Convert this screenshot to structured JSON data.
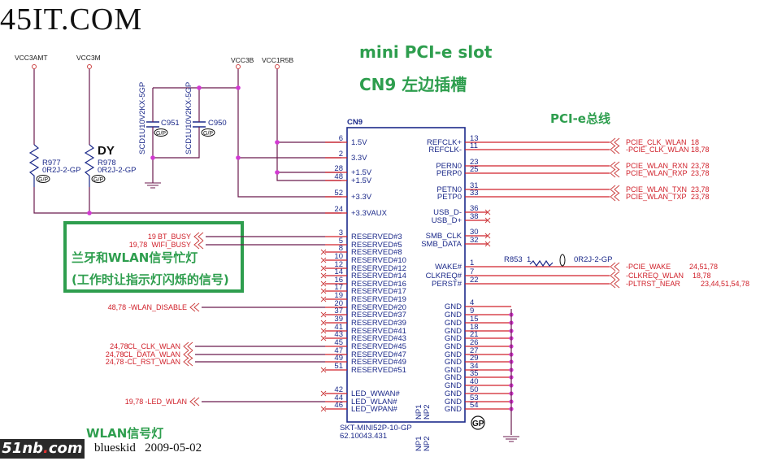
{
  "watermark": "45IT.COM",
  "titles": {
    "slot": "mini PCI-e slot",
    "cn9": "CN9 左边插槽",
    "pcie_bus": "PCI-e总线",
    "busy_note_1": "兰牙和WLAN信号忙灯",
    "busy_note_2": "(工作时让指示灯闪烁的信号)",
    "wlan_led": "WLAN信号灯"
  },
  "power_rails": [
    "VCC3AMT",
    "VCC3M",
    "VCC3B",
    "VCC1R5B"
  ],
  "components": {
    "r977": {
      "ref": "R977",
      "value": "0R2J-2-GP"
    },
    "r978": {
      "ref": "R978",
      "value": "0R2J-2-GP",
      "note": "DY"
    },
    "c951": {
      "ref": "C951",
      "value": "SCD1U10V2KX-5GP"
    },
    "c950": {
      "ref": "C950",
      "value": "SCD1U10V2KX-5GP"
    },
    "r853": {
      "ref": "R853",
      "value": "0R2J-2-GP",
      "pin": "1"
    },
    "gp_badge": "GP",
    "gp_small": "G/P"
  },
  "connector": {
    "ref": "CN9",
    "part": "SKT-MINI52P-10-GP",
    "part_no": "62.10043.431",
    "np_pins": [
      "NP1",
      "NP2"
    ],
    "left_pins": [
      {
        "num": "6",
        "name": "1.5V"
      },
      {
        "num": "2",
        "name": "3.3V"
      },
      {
        "num": "28",
        "name": "+1.5V"
      },
      {
        "num": "48",
        "name": "+1.5V"
      },
      {
        "num": "52",
        "name": "+3.3V"
      },
      {
        "num": "24",
        "name": "+3.3VAUX"
      },
      {
        "num": "3",
        "name": "RESERVED#3"
      },
      {
        "num": "5",
        "name": "RESERVED#5"
      },
      {
        "num": "8",
        "name": "RESERVED#8"
      },
      {
        "num": "10",
        "name": "RESERVED#10"
      },
      {
        "num": "12",
        "name": "RESERVED#12"
      },
      {
        "num": "14",
        "name": "RESERVED#14"
      },
      {
        "num": "16",
        "name": "RESERVED#16"
      },
      {
        "num": "17",
        "name": "RESERVED#17"
      },
      {
        "num": "19",
        "name": "RESERVED#19"
      },
      {
        "num": "20",
        "name": "RESERVED#20"
      },
      {
        "num": "37",
        "name": "RESERVED#37"
      },
      {
        "num": "39",
        "name": "RESERVED#39"
      },
      {
        "num": "41",
        "name": "RESERVED#41"
      },
      {
        "num": "43",
        "name": "RESERVED#43"
      },
      {
        "num": "45",
        "name": "RESERVED#45"
      },
      {
        "num": "47",
        "name": "RESERVED#47"
      },
      {
        "num": "49",
        "name": "RESERVED#49"
      },
      {
        "num": "51",
        "name": "RESERVED#51"
      },
      {
        "num": "42",
        "name": "LED_WWAN#"
      },
      {
        "num": "44",
        "name": "LED_WLAN#"
      },
      {
        "num": "46",
        "name": "LED_WPAN#"
      }
    ],
    "right_pins": [
      {
        "num": "13",
        "name": "REFCLK+"
      },
      {
        "num": "11",
        "name": "REFCLK-"
      },
      {
        "num": "23",
        "name": "PERN0"
      },
      {
        "num": "25",
        "name": "PERP0"
      },
      {
        "num": "31",
        "name": "PETN0"
      },
      {
        "num": "33",
        "name": "PETP0"
      },
      {
        "num": "36",
        "name": "USB_D-"
      },
      {
        "num": "38",
        "name": "USB_D+"
      },
      {
        "num": "30",
        "name": "SMB_CLK"
      },
      {
        "num": "32",
        "name": "SMB_DATA"
      },
      {
        "num": "1",
        "name": "WAKE#"
      },
      {
        "num": "7",
        "name": "CLKREQ#"
      },
      {
        "num": "22",
        "name": "PERST#"
      },
      {
        "num": "4",
        "name": "GND"
      },
      {
        "num": "9",
        "name": "GND"
      },
      {
        "num": "15",
        "name": "GND"
      },
      {
        "num": "18",
        "name": "GND"
      },
      {
        "num": "21",
        "name": "GND"
      },
      {
        "num": "26",
        "name": "GND"
      },
      {
        "num": "27",
        "name": "GND"
      },
      {
        "num": "29",
        "name": "GND"
      },
      {
        "num": "34",
        "name": "GND"
      },
      {
        "num": "35",
        "name": "GND"
      },
      {
        "num": "40",
        "name": "GND"
      },
      {
        "num": "50",
        "name": "GND"
      },
      {
        "num": "53",
        "name": "GND"
      },
      {
        "num": "54",
        "name": "GND"
      }
    ]
  },
  "nets_right": [
    {
      "name": "PCIE_CLK_WLAN",
      "refs": "18"
    },
    {
      "name": "-PCIE_CLK_WLAN",
      "refs": "18,78"
    },
    {
      "name": "PCIE_WLAN_RXN",
      "refs": "23,78"
    },
    {
      "name": "PCIE_WLAN_RXP",
      "refs": "23,78"
    },
    {
      "name": "PCIE_WLAN_TXN",
      "refs": "23,78"
    },
    {
      "name": "PCIE_WLAN_TXP",
      "refs": "23,78"
    },
    {
      "name": "-PCIE_WAKE",
      "refs": "24,51,78"
    },
    {
      "name": "-CLKREQ_WLAN",
      "refs": "18,78"
    },
    {
      "name": "-PLTRST_NEAR",
      "refs": "23,44,51,54,78"
    }
  ],
  "nets_left": [
    {
      "name": "BT_BUSY",
      "refs": "19"
    },
    {
      "name": "WIFI_BUSY",
      "refs": "19,78"
    },
    {
      "name": "-WLAN_DISABLE",
      "refs": "48,78"
    },
    {
      "name": "CL_CLK_WLAN",
      "refs": "24,78"
    },
    {
      "name": "CL_DATA_WLAN",
      "refs": "24,78"
    },
    {
      "name": "-CL_RST_WLAN",
      "refs": "24,78"
    },
    {
      "name": "-LED_WLAN",
      "refs": "19,78"
    }
  ],
  "footer": {
    "logo": "51nb.com",
    "author": "blueskid",
    "date": "2009-05-02"
  }
}
